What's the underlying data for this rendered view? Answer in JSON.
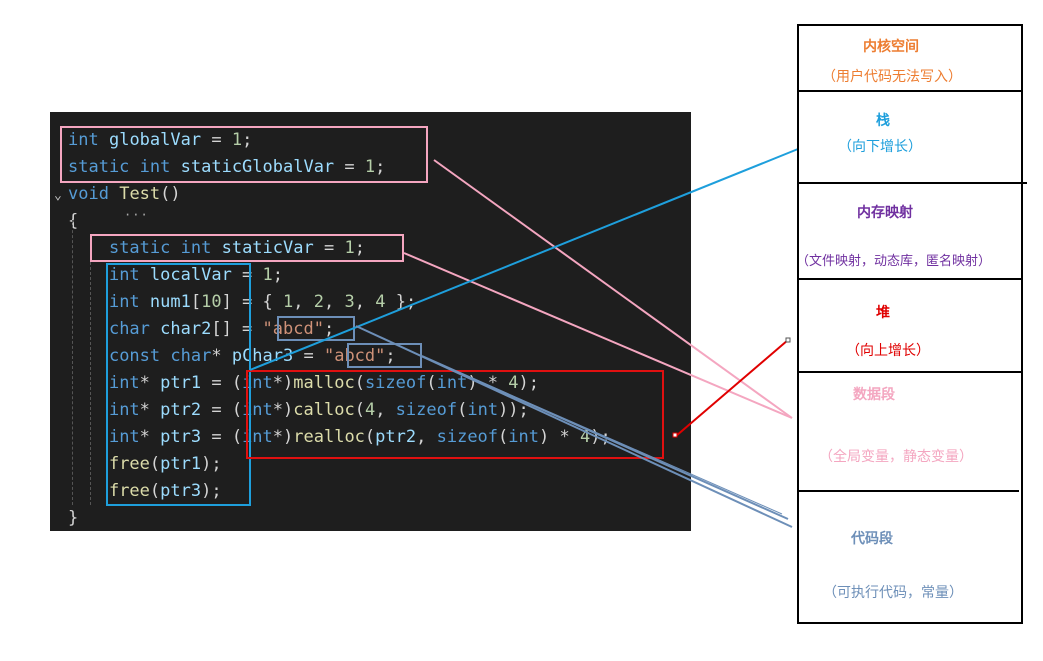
{
  "code": {
    "lines": [
      [
        [
          "kw",
          "int"
        ],
        [
          "pun",
          " "
        ],
        [
          "id",
          "globalVar"
        ],
        [
          "pun",
          " = "
        ],
        [
          "num",
          "1"
        ],
        [
          "pun",
          ";"
        ]
      ],
      [
        [
          "kw",
          "static"
        ],
        [
          "pun",
          " "
        ],
        [
          "kw",
          "int"
        ],
        [
          "pun",
          " "
        ],
        [
          "id",
          "staticGlobalVar"
        ],
        [
          "pun",
          " = "
        ],
        [
          "num",
          "1"
        ],
        [
          "pun",
          ";"
        ]
      ],
      [
        [
          "kw",
          "void"
        ],
        [
          "pun",
          " "
        ],
        [
          "fn",
          "Test"
        ],
        [
          "pun",
          "()"
        ]
      ],
      [
        [
          "pun",
          "{"
        ]
      ],
      [
        [
          "pun",
          "    "
        ],
        [
          "kw",
          "static"
        ],
        [
          "pun",
          " "
        ],
        [
          "kw",
          "int"
        ],
        [
          "pun",
          " "
        ],
        [
          "id",
          "staticVar"
        ],
        [
          "pun",
          " = "
        ],
        [
          "num",
          "1"
        ],
        [
          "pun",
          ";"
        ]
      ],
      [
        [
          "pun",
          "    "
        ],
        [
          "kw",
          "int"
        ],
        [
          "pun",
          " "
        ],
        [
          "id",
          "localVar"
        ],
        [
          "pun",
          " = "
        ],
        [
          "num",
          "1"
        ],
        [
          "pun",
          ";"
        ]
      ],
      [
        [
          "pun",
          "    "
        ],
        [
          "kw",
          "int"
        ],
        [
          "pun",
          " "
        ],
        [
          "id",
          "num1"
        ],
        [
          "pun",
          "["
        ],
        [
          "num",
          "10"
        ],
        [
          "pun",
          "] = { "
        ],
        [
          "num",
          "1"
        ],
        [
          "pun",
          ", "
        ],
        [
          "num",
          "2"
        ],
        [
          "pun",
          ", "
        ],
        [
          "num",
          "3"
        ],
        [
          "pun",
          ", "
        ],
        [
          "num",
          "4"
        ],
        [
          "pun",
          " };"
        ]
      ],
      [
        [
          "pun",
          "    "
        ],
        [
          "kw",
          "char"
        ],
        [
          "pun",
          " "
        ],
        [
          "id",
          "char2"
        ],
        [
          "pun",
          "[] = "
        ],
        [
          "str",
          "\"abcd\""
        ],
        [
          "pun",
          ";"
        ]
      ],
      [
        [
          "pun",
          "    "
        ],
        [
          "kw",
          "const"
        ],
        [
          "pun",
          " "
        ],
        [
          "kw",
          "char"
        ],
        [
          "pun",
          "* "
        ],
        [
          "id",
          "pChar3"
        ],
        [
          "pun",
          " = "
        ],
        [
          "str",
          "\"abcd\""
        ],
        [
          "pun",
          ";"
        ]
      ],
      [
        [
          "pun",
          "    "
        ],
        [
          "kw",
          "int"
        ],
        [
          "pun",
          "* "
        ],
        [
          "id",
          "ptr1"
        ],
        [
          "pun",
          " = ("
        ],
        [
          "kw",
          "int"
        ],
        [
          "pun",
          "*)"
        ],
        [
          "fn",
          "malloc"
        ],
        [
          "pun",
          "("
        ],
        [
          "kw",
          "sizeof"
        ],
        [
          "pun",
          "("
        ],
        [
          "kw",
          "int"
        ],
        [
          "pun",
          ") * "
        ],
        [
          "num",
          "4"
        ],
        [
          "pun",
          ");"
        ]
      ],
      [
        [
          "pun",
          "    "
        ],
        [
          "kw",
          "int"
        ],
        [
          "pun",
          "* "
        ],
        [
          "id",
          "ptr2"
        ],
        [
          "pun",
          " = ("
        ],
        [
          "kw",
          "int"
        ],
        [
          "pun",
          "*)"
        ],
        [
          "fn",
          "calloc"
        ],
        [
          "pun",
          "("
        ],
        [
          "num",
          "4"
        ],
        [
          "pun",
          ", "
        ],
        [
          "kw",
          "sizeof"
        ],
        [
          "pun",
          "("
        ],
        [
          "kw",
          "int"
        ],
        [
          "pun",
          "));"
        ]
      ],
      [
        [
          "pun",
          "    "
        ],
        [
          "kw",
          "int"
        ],
        [
          "pun",
          "* "
        ],
        [
          "id",
          "ptr3"
        ],
        [
          "pun",
          " = ("
        ],
        [
          "kw",
          "int"
        ],
        [
          "pun",
          "*)"
        ],
        [
          "fn",
          "realloc"
        ],
        [
          "pun",
          "("
        ],
        [
          "id",
          "ptr2"
        ],
        [
          "pun",
          ", "
        ],
        [
          "kw",
          "sizeof"
        ],
        [
          "pun",
          "("
        ],
        [
          "kw",
          "int"
        ],
        [
          "pun",
          ") * "
        ],
        [
          "num",
          "4"
        ],
        [
          "pun",
          ");"
        ]
      ],
      [
        [
          "pun",
          "    "
        ],
        [
          "fn",
          "free"
        ],
        [
          "pun",
          "("
        ],
        [
          "id",
          "ptr1"
        ],
        [
          "pun",
          ");"
        ]
      ],
      [
        [
          "pun",
          "    "
        ],
        [
          "fn",
          "free"
        ],
        [
          "pun",
          "("
        ],
        [
          "id",
          "ptr3"
        ],
        [
          "pun",
          ");"
        ]
      ],
      [
        [
          "pun",
          "}"
        ]
      ]
    ]
  },
  "memory": {
    "kernel": {
      "title": "内核空间",
      "note": "（用户代码无法写入）"
    },
    "stack": {
      "title": "栈",
      "note": "（向下增长）"
    },
    "mmap": {
      "title": "内存映射",
      "note": "（文件映射，动态库，匿名映射）"
    },
    "heap": {
      "title": "堆",
      "note": "（向上增长）"
    },
    "data": {
      "title": "数据段",
      "note": "（全局变量，静态变量）"
    },
    "code": {
      "title": "代码段",
      "note": "（可执行代码，常量）"
    }
  },
  "colors": {
    "kernel": "#ed7d31",
    "stack": "#1e9fdc",
    "mmap": "#7030a0",
    "heap": "#e00000",
    "data": "#f4a6c0",
    "code": "#6d8fb8",
    "pink_box": "#f4a6c0",
    "blue_box": "#1e9fdc",
    "red_box": "#e01010",
    "slate_box": "#6d8fb8"
  },
  "icons": {
    "fold": "chevron-down-icon"
  }
}
